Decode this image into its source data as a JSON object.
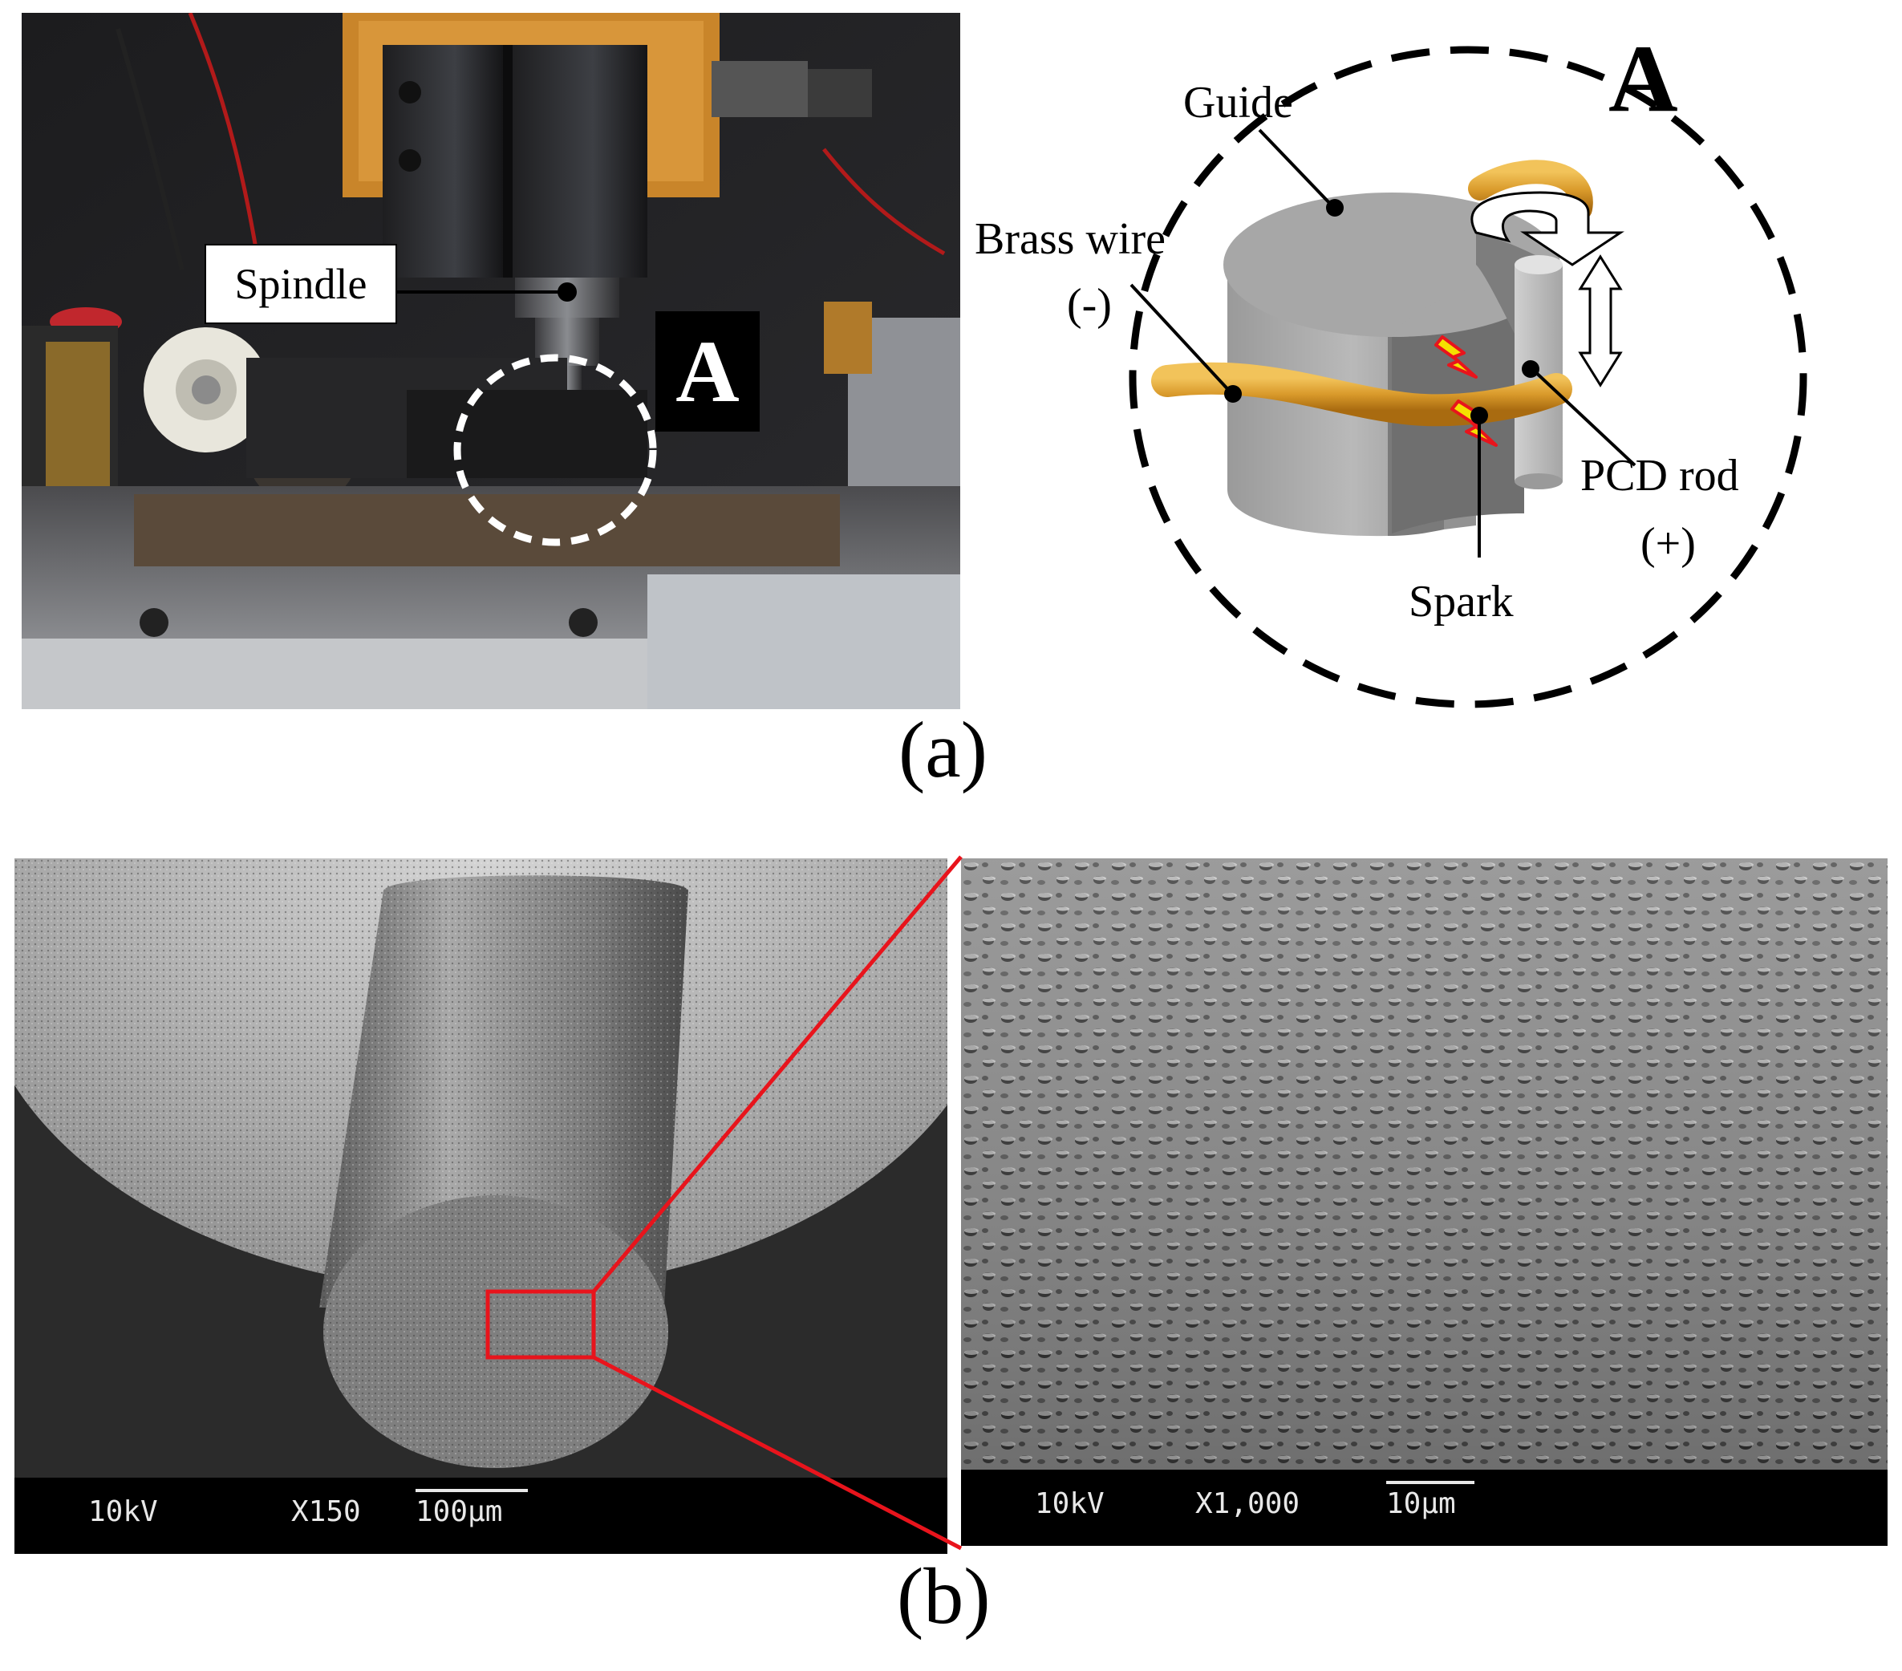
{
  "panel_a": {
    "photo": {
      "spindle_label": "Spindle",
      "callout_letter": "A"
    },
    "schematic": {
      "callout_letter": "A",
      "guide_label": "Guide",
      "brass_wire_label": "Brass wire",
      "brass_wire_polarity": "(-)",
      "pcd_rod_label": "PCD rod",
      "pcd_rod_polarity": "(+)",
      "spark_label": "Spark"
    },
    "caption": "(a)"
  },
  "panel_b": {
    "left_sem": {
      "voltage": "10kV",
      "magnification": "X150",
      "scale_bar": "100µm"
    },
    "right_sem": {
      "voltage": "10kV",
      "magnification": "X1,000",
      "scale_bar": "10µm"
    },
    "caption": "(b)"
  },
  "colors": {
    "highlight_red": "#e8141c",
    "brass": "#d99a2b",
    "spark_yellow": "#f5e000"
  }
}
